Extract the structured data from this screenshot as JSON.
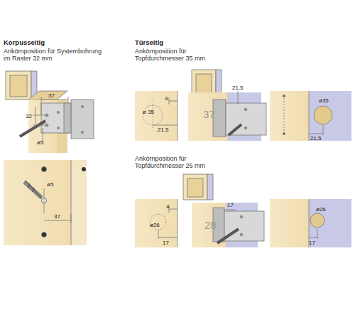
{
  "diagram": {
    "labels": [
      "Korpusseitig",
      "Ankörnposition für Systembohrung im Raster 32 mm",
      "Türseitig",
      "Ankörnposition für Topfdurchmesser 35 mm",
      "Ankörnposition für Topfdurchmesser 26 mm",
      "37",
      "32",
      "ø5",
      "ø5",
      "37",
      "4",
      "ø 35",
      "21,5",
      "21,5",
      "37",
      "ø35",
      "21,5",
      "4",
      "ø26",
      "17",
      "17",
      "28",
      "ø26",
      "17"
    ]
  }
}
